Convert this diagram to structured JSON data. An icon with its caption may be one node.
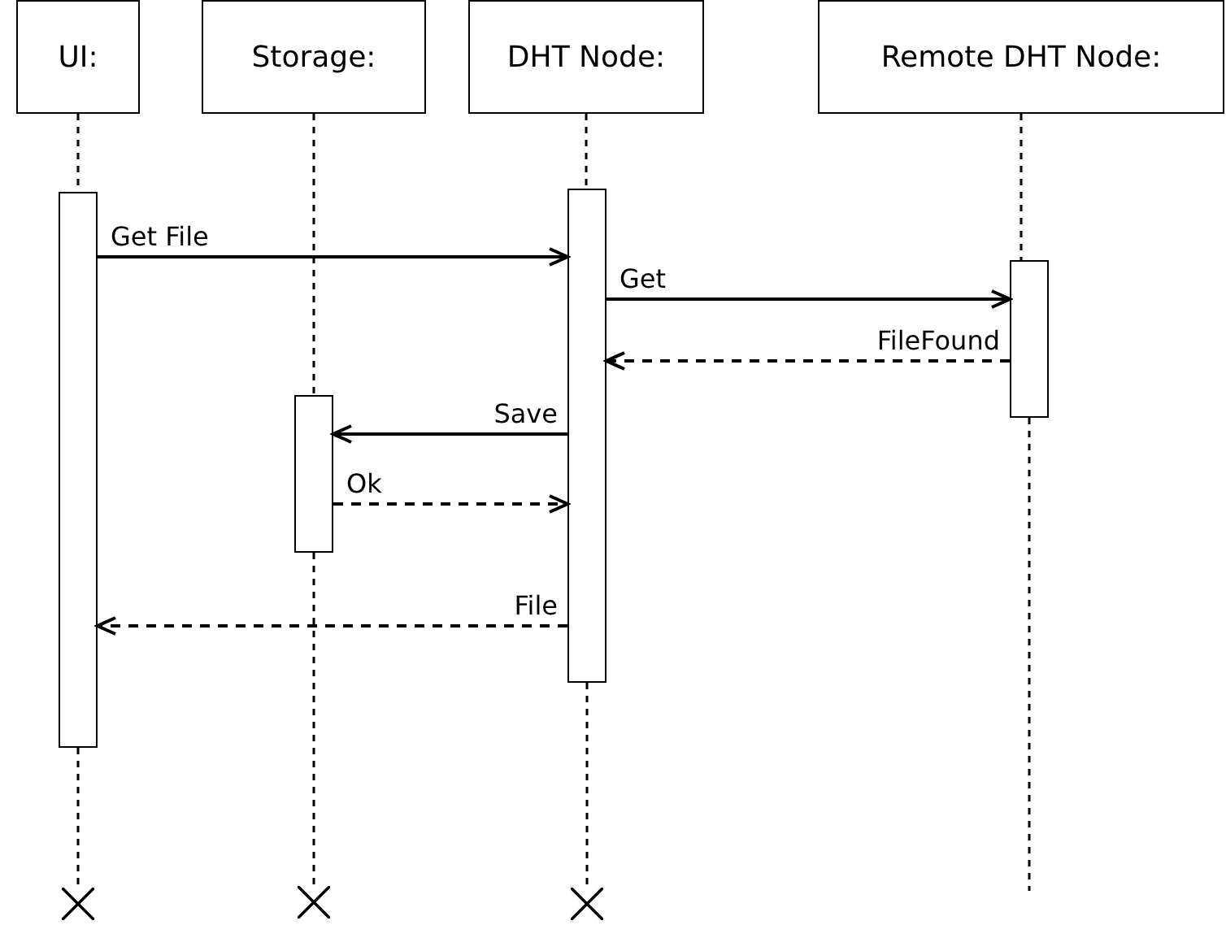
{
  "diagram": {
    "nodes": [
      {
        "text": [
          "UI:"
        ]
      },
      {
        "text": [
          "Storage:"
        ]
      },
      {
        "text": [
          "DHT Node:"
        ]
      },
      {
        "text": [
          "Remote DHT Node:"
        ]
      },
      {
        "text": [],
        "shape": "bar"
      },
      {
        "text": [],
        "shape": "bar"
      },
      {
        "text": [],
        "shape": "bar"
      },
      {
        "text": [],
        "shape": "bar"
      },
      {
        "text": [],
        "shape": "cross"
      },
      {
        "text": [],
        "shape": "cross"
      },
      {
        "text": [],
        "shape": "cross"
      }
    ],
    "edges": [
      {
        "from": 4,
        "to": 6,
        "arrow": "to",
        "label": "Get File"
      },
      {
        "from": 6,
        "to": 7,
        "arrow": "to",
        "label": "Get"
      },
      {
        "from": 7,
        "to": 6,
        "arrow": "to",
        "label": "FileFound",
        "style": "dashed"
      },
      {
        "from": 6,
        "to": 5,
        "arrow": "to",
        "label": "Save"
      },
      {
        "from": 5,
        "to": 6,
        "arrow": "to",
        "label": "Ok",
        "style": "dashed"
      },
      {
        "from": 6,
        "to": 4,
        "arrow": "to",
        "label": "File",
        "style": "dashed"
      },
      {
        "from": 0,
        "to": 4,
        "arrow": "none",
        "style": "dashed"
      },
      {
        "from": 4,
        "to": 8,
        "arrow": "none",
        "style": "dashed"
      },
      {
        "from": 1,
        "to": 5,
        "arrow": "none",
        "style": "dashed"
      },
      {
        "from": 5,
        "to": 9,
        "arrow": "none",
        "style": "dashed"
      },
      {
        "from": 2,
        "to": 6,
        "arrow": "none",
        "style": "dashed"
      },
      {
        "from": 6,
        "to": 10,
        "arrow": "none",
        "style": "dashed"
      },
      {
        "from": 3,
        "to": 7,
        "arrow": "none",
        "style": "dashed"
      },
      {
        "from": 7,
        "to": null,
        "arrow": "none",
        "style": "dashed"
      }
    ]
  }
}
